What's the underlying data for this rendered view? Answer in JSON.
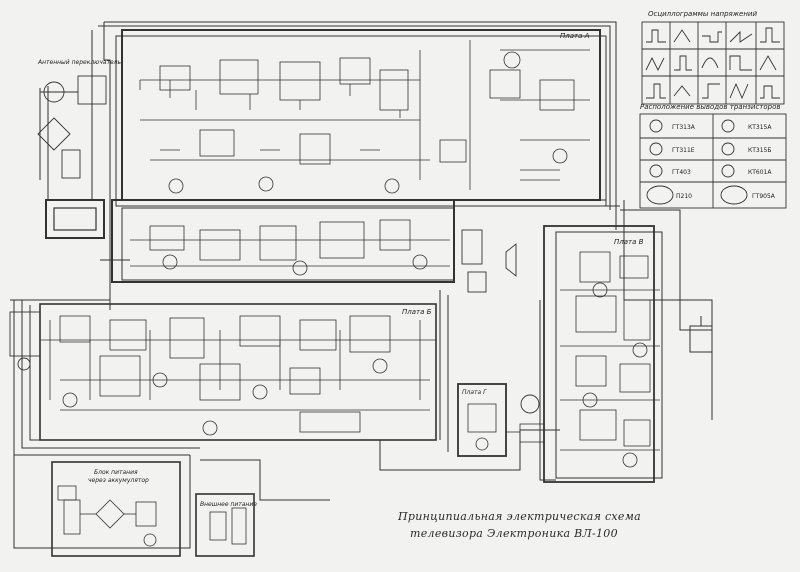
{
  "title": {
    "line1": "Принципиальная электрическая схема",
    "line2": "телевизора Электроника ВЛ-100"
  },
  "panels": {
    "a": "Плата А",
    "b": "Плата Б",
    "v": "Плата В",
    "g": "Плата Г"
  },
  "sections": {
    "oscillograms": "Осциллограммы напряжений",
    "pinout": "Расположение выводов транзисторов",
    "tuner": "Антенный переключатель",
    "psu": "Блок питания",
    "psu_sub": "через аккумулятор",
    "ext_power": "Внешнее питание"
  },
  "transistors": [
    {
      "left": "ГТ313А",
      "right": "КТ315А"
    },
    {
      "left": "ГТ311Е",
      "right": "КТ315Б"
    },
    {
      "left": "ГТ403",
      "right": "КТ601А"
    },
    {
      "left": "П210",
      "right": "ГТ905А"
    }
  ]
}
